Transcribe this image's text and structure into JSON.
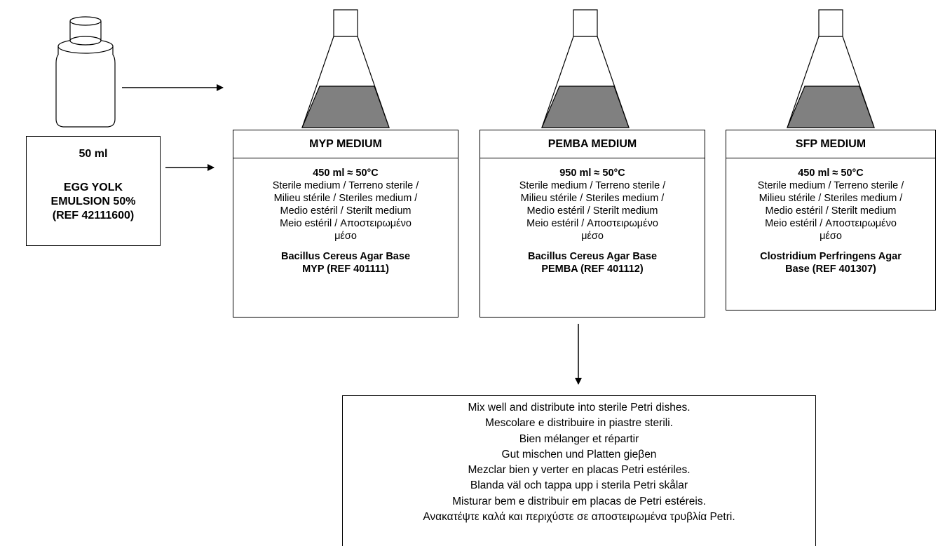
{
  "egg_yolk": {
    "volume": "50 ml",
    "name_line1": "EGG YOLK",
    "name_line2": "EMULSION 50%",
    "ref": "(REF 42111600)"
  },
  "media": [
    {
      "title": "MYP MEDIUM",
      "volume": "450 ml  ≈  50°C",
      "desc": [
        "Sterile medium / Terreno sterile /",
        "Milieu stérile / Steriles medium /",
        "Medio estéril / Sterilt medium",
        "Meio estéril /  Αποστειρωμένο",
        "μέσο"
      ],
      "base": [
        "Bacillus Cereus Agar Base",
        "MYP (REF 401111)"
      ]
    },
    {
      "title": "PEMBA MEDIUM",
      "volume": "950 ml  ≈  50°C",
      "desc": [
        "Sterile medium / Terreno sterile /",
        "Milieu stérile / Steriles medium /",
        "Medio estéril / Sterilt medium",
        "Meio estéril /  Αποστειρωμένο",
        "μέσο"
      ],
      "base": [
        "Bacillus Cereus Agar Base",
        "PEMBA (REF 401112)"
      ]
    },
    {
      "title": "SFP MEDIUM",
      "volume": "450 ml  ≈  50°C",
      "desc": [
        "Sterile medium / Terreno sterile /",
        "Milieu stérile / Steriles medium /",
        "Medio estéril / Sterilt medium",
        "Meio estéril /  Αποστειρωμένο",
        "μέσο"
      ],
      "base": [
        "Clostridium Perfringens Agar",
        "Base (REF 401307)"
      ]
    }
  ],
  "instructions": [
    "Mix well and distribute into sterile Petri dishes.",
    "Mescolare e distribuire in piastre sterili.",
    "Bien mélanger et répartir",
    "Gut mischen und Platten gieβen",
    "Mezclar bien y verter en placas Petri estériles.",
    "Blanda väl och tappa upp i sterila Petri skålar",
    "Misturar bem e distribuir em placas de Petri estéreis.",
    "Ανακατέψτε καλά και περιχύστε σε αποστειρωμένα τρυβλία Petri."
  ],
  "colors": {
    "liquid": "#808080",
    "line": "#000000"
  }
}
